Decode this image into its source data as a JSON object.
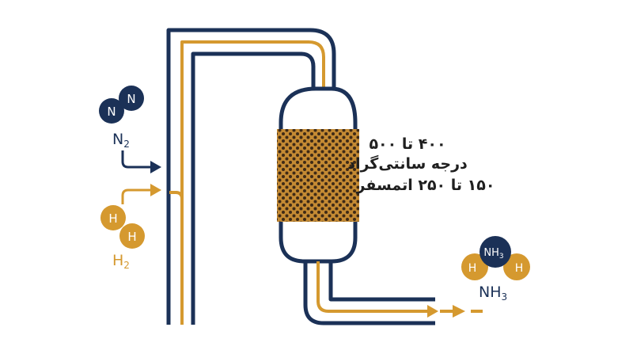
{
  "colors": {
    "navy": "#1b3157",
    "gold": "#d5992f",
    "catalyst_bg": "#c48a33",
    "catalyst_dot": "#3e2a16"
  },
  "nitrogen": {
    "atom_1": "N",
    "atom_2": "N",
    "formula_main": "N",
    "formula_sub": "2"
  },
  "hydrogen": {
    "atom_1": "H",
    "atom_2": "H",
    "formula_main": "H",
    "formula_sub": "2"
  },
  "ammonia": {
    "center_main": "NH",
    "center_sub": "3",
    "left_atom": "H",
    "right_atom": "H",
    "formula_main": "NH",
    "formula_sub": "3"
  },
  "conditions": {
    "temperature_line_1": "۴۰۰ تا ۵۰۰",
    "temperature_line_2": "درجه سانتی‌گراد",
    "pressure": "۱۵۰ تا ۲۵۰ اتمسفر"
  }
}
